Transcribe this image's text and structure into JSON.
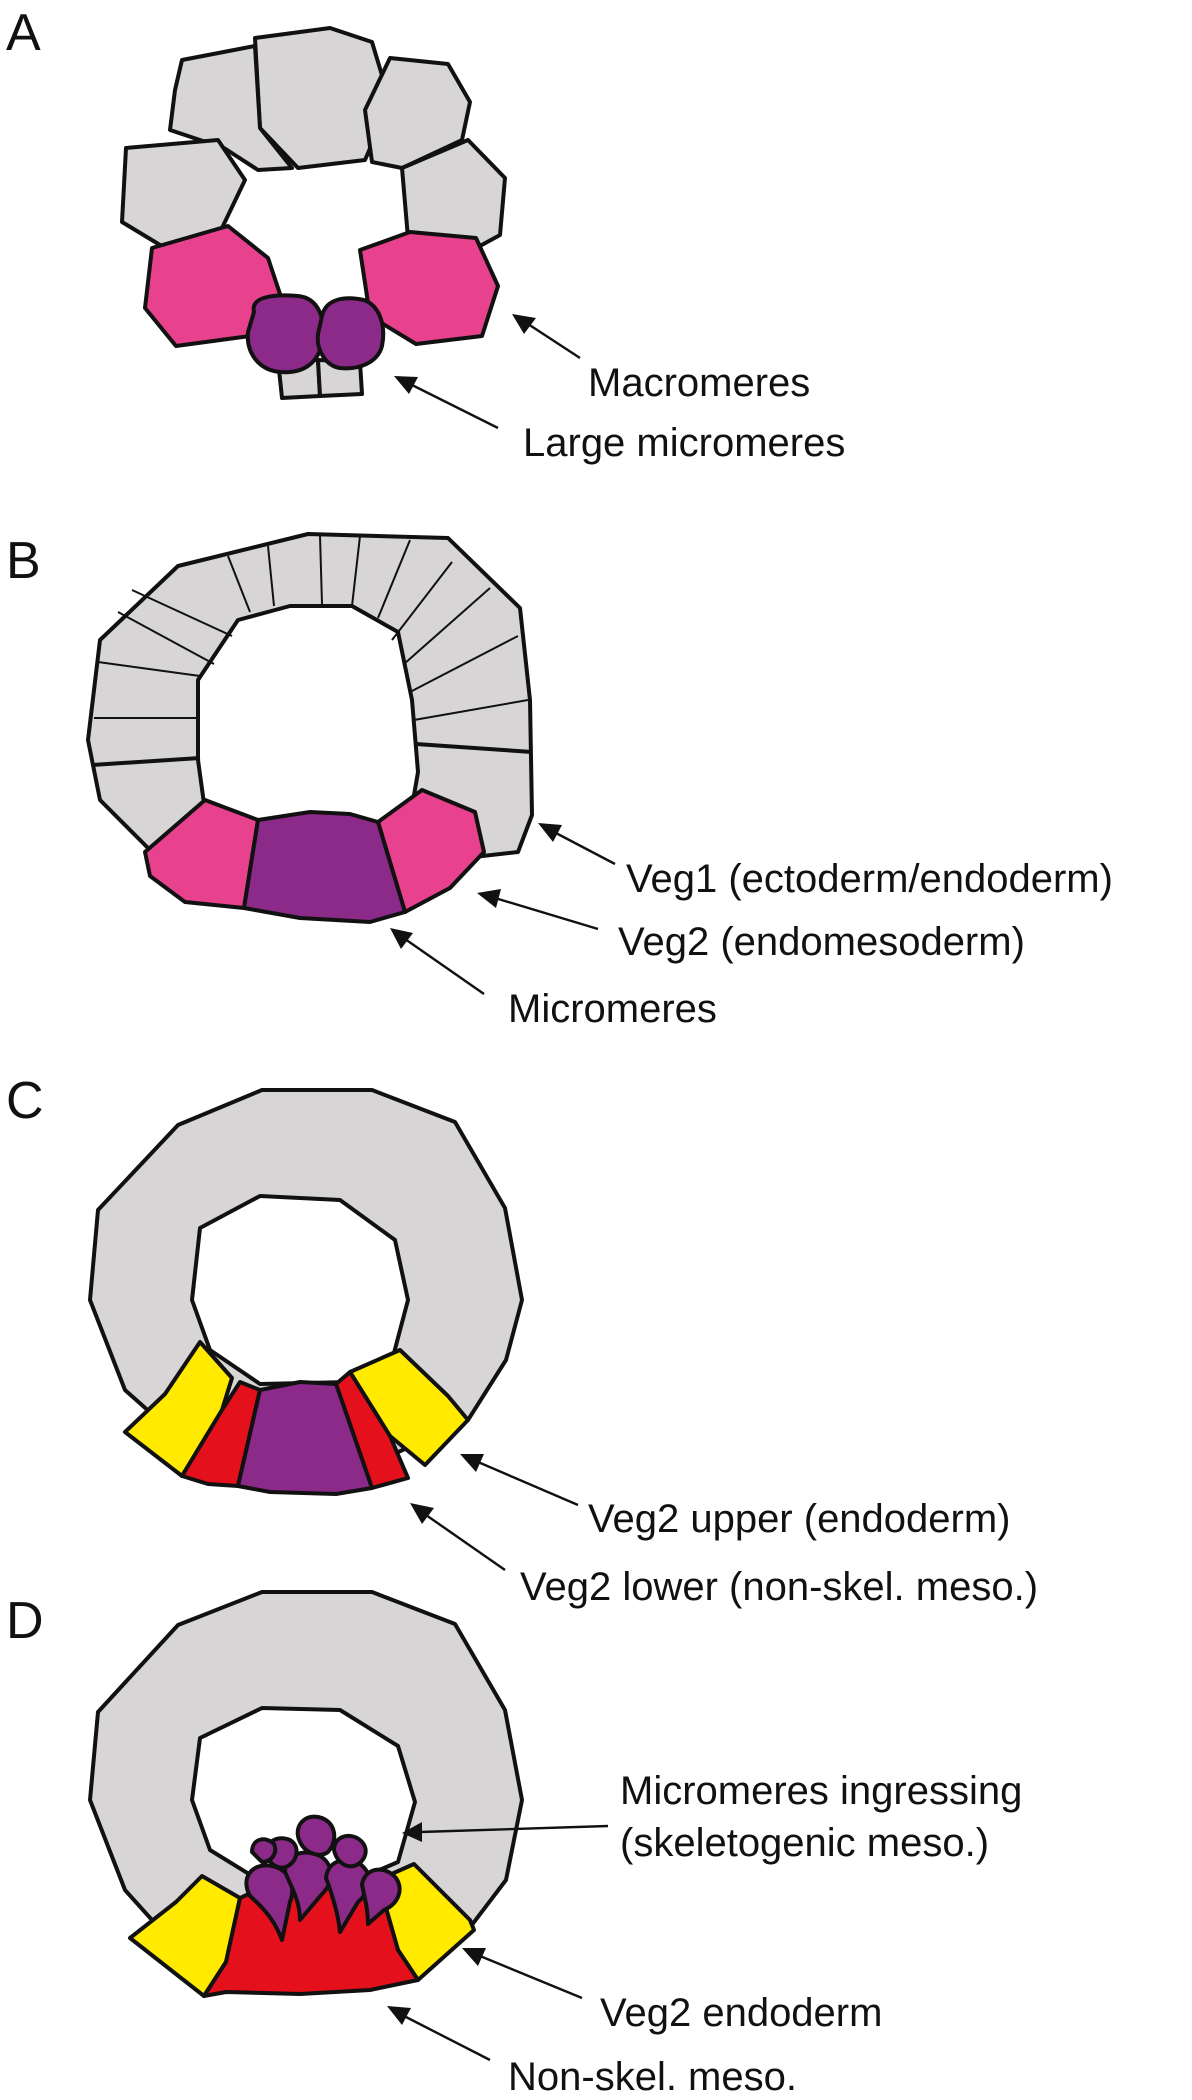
{
  "colors": {
    "gray": "#d7d5d6",
    "pink": "#e8428f",
    "purple": "#8c2a8a",
    "red": "#e4101b",
    "yellow": "#ffea00",
    "outline": "#111111"
  },
  "panels": {
    "a": {
      "letter": "A",
      "labels": {
        "macromeres": "Macromeres",
        "large_micromeres": "Large micromeres"
      }
    },
    "b": {
      "letter": "B",
      "labels": {
        "veg1": "Veg1 (ectoderm/endoderm)",
        "veg2": "Veg2 (endomesoderm)",
        "micromeres": "Micromeres"
      }
    },
    "c": {
      "letter": "C",
      "labels": {
        "veg2_upper": "Veg2 upper (endoderm)",
        "veg2_lower": "Veg2 lower (non-skel. meso.)"
      }
    },
    "d": {
      "letter": "D",
      "labels": {
        "ingressing_line1": "Micromeres ingressing",
        "ingressing_line2": "(skeletogenic meso.)",
        "veg2_endoderm": "Veg2 endoderm",
        "non_skel": "Non-skel. meso."
      }
    }
  }
}
